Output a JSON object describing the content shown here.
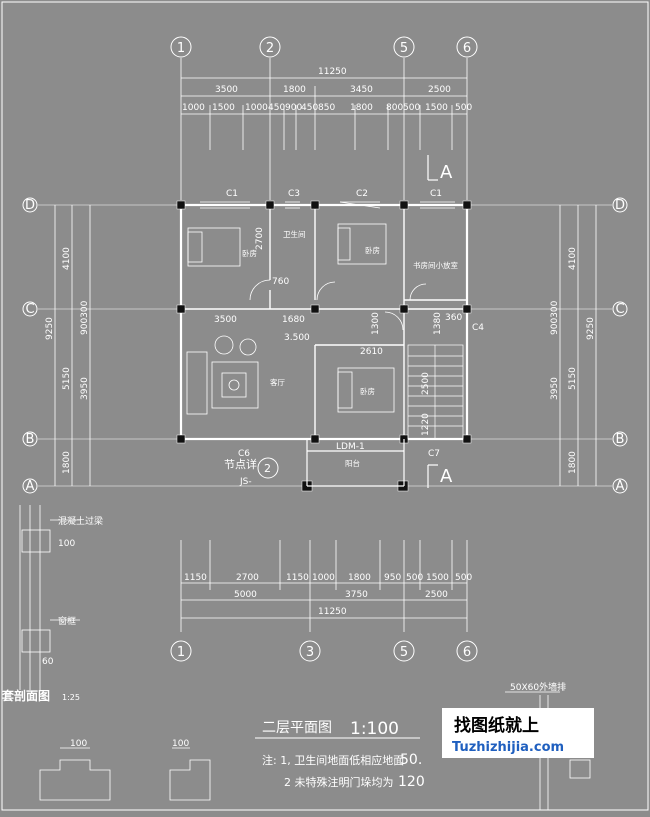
{
  "drawing": {
    "title": "二层平面图",
    "scale": "1:100",
    "section_title": "套剖面图",
    "section_scale": "1:25",
    "notes": [
      "注: 1, 卫生间地面低相应地面",
      "50.",
      "2 未特殊注明门垛均为",
      "120"
    ],
    "detail_label": "节点详",
    "detail_ref": "2",
    "detail_sub": "JS-",
    "beam_label": "50X60",
    "beam_small": "50X60外墙排"
  },
  "axes": {
    "top": [
      "1",
      "2",
      "5",
      "6"
    ],
    "bottom": [
      "1",
      "3",
      "5",
      "6"
    ],
    "left": [
      "D",
      "C",
      "B",
      "A"
    ],
    "right": [
      "D",
      "C",
      "B",
      "A"
    ]
  },
  "dimensions": {
    "top_total": "11250",
    "top_mid": [
      "3500",
      "1800",
      "3450",
      "2500"
    ],
    "top_detail": [
      "1000",
      "1500",
      "1000",
      "450",
      "900",
      "450",
      "850",
      "1800",
      "800",
      "500",
      "1500",
      "500"
    ],
    "bottom_detail": [
      "1150",
      "2700",
      "1150",
      "1000",
      "1800",
      "950",
      "500",
      "1500",
      "500"
    ],
    "bottom_mid": [
      "5000",
      "3750",
      "2500"
    ],
    "bottom_total": "11250",
    "left_outer": [
      "9250"
    ],
    "left_mid": [
      "4100",
      "5150",
      "1800"
    ],
    "left_inner": [
      "900300",
      "3950"
    ],
    "right_outer": [
      "9250"
    ],
    "right_mid": [
      "4100",
      "5150",
      "1800"
    ],
    "right_inner": [
      "900300",
      "3950"
    ],
    "internal": [
      "2700",
      "760",
      "1680",
      "3500",
      "3.500",
      "1300",
      "2610",
      "1380",
      "360",
      "2500",
      "1220"
    ]
  },
  "windows": [
    "C1",
    "C3",
    "C2",
    "C1",
    "C4",
    "C6",
    "C7"
  ],
  "beam": "LDM-1",
  "rooms": [
    "卧房",
    "卫生间",
    "卧房",
    "书房间小放室",
    "客厅",
    "卧房",
    "阳台"
  ],
  "section_labels": [
    "混凝土过梁",
    "100",
    "窗框",
    "60"
  ],
  "section_dims": [
    "100",
    "100"
  ],
  "watermark": {
    "cn": "找图纸就上",
    "url": "Tuzhizhijia.com"
  }
}
